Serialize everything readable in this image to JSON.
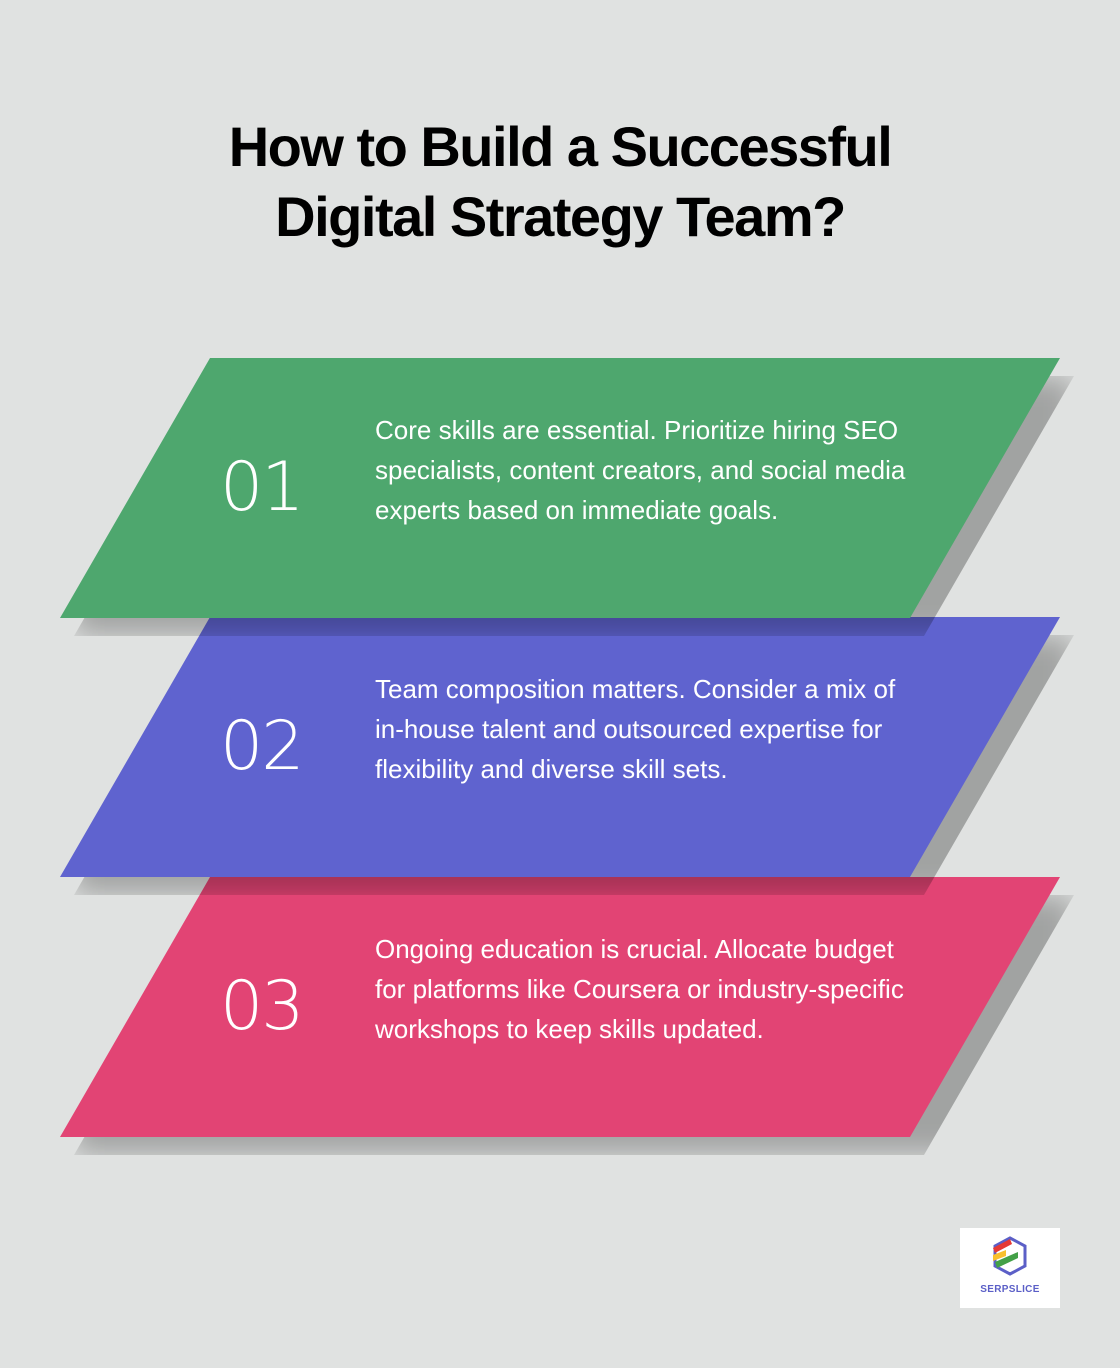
{
  "title": {
    "line1": "How to Build a Successful",
    "line2": "Digital Strategy Team?"
  },
  "steps": [
    {
      "number": "01",
      "text": "Core skills are essential. Prioritize hiring SEO specialists, content creators, and social media experts based on immediate goals.",
      "color": "#4ea76e"
    },
    {
      "number": "02",
      "text": "Team composition matters. Consider a mix of in-house talent and outsourced expertise for flexibility and diverse skill sets.",
      "color": "#5f63cf"
    },
    {
      "number": "03",
      "text": "Ongoing education is crucial. Allocate budget for platforms like Coursera or industry-specific workshops to keep skills updated.",
      "color": "#e24474"
    }
  ],
  "logo": {
    "label": "SERPSLICE",
    "icon": "serpslice-hexagon-logo"
  },
  "colors": {
    "background": "#e0e2e1",
    "title": "#000000",
    "logo_text": "#5b5fc7"
  }
}
